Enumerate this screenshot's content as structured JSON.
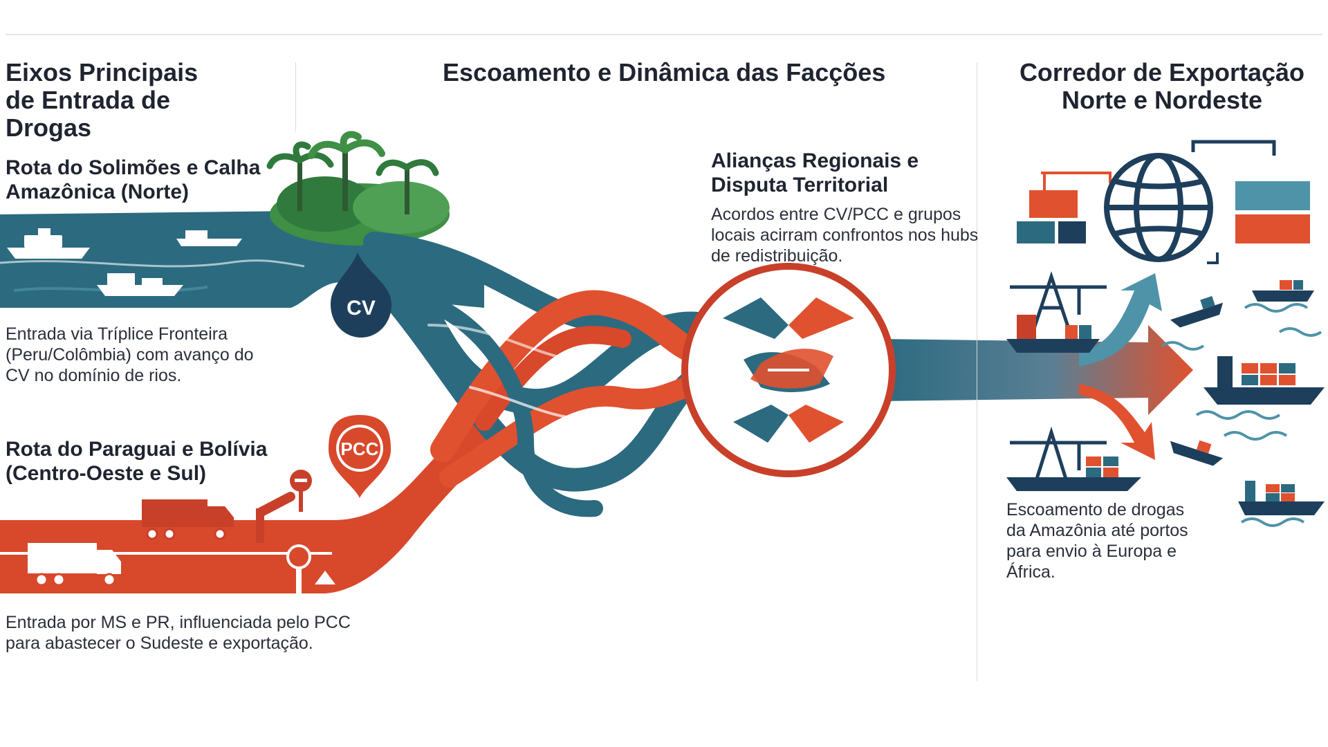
{
  "colors": {
    "teal": "#2c6a80",
    "teal_light": "#4f93a8",
    "navy": "#1e3f5c",
    "red": "#e0512f",
    "red_dark": "#c8402a",
    "green": "#3f8f45",
    "white": "#ffffff"
  },
  "header": {
    "left_title": "Eixos Principais de Entrada de Drogas",
    "center_title": "Escoamento e Dinâmica das Facções",
    "right_title": "Corredor de Exportação Norte e Nordeste"
  },
  "left": {
    "north_route": {
      "title": "Rota do Solimões e Calha Amazônica (Norte)",
      "description": "Entrada via Tríplice Fronteira (Peru/Colômbia) com avanço do CV no domínio de rios.",
      "marker_label": "CV",
      "icons": [
        "boat-icon",
        "palm-tree-icon",
        "river-icon"
      ]
    },
    "south_route": {
      "title": "Rota do Paraguai e Bolívia (Centro-Oeste e Sul)",
      "description": "Entrada por MS e PR, influenciada pelo PCC para abastecer o Sudeste e exportação.",
      "marker_label": "PCC",
      "icons": [
        "truck-icon",
        "barrier-icon",
        "checkpoint-icon"
      ]
    }
  },
  "center": {
    "title": "Alianças Regionais e Disputa Territorial",
    "description": "Acordos entre CV/PCC e grupos locais acirram confrontos nos hubs de redistribuição.",
    "icon": "handshake-icon"
  },
  "right": {
    "description": "Escoamento de drogas da Amazônia até portos para envio à Europa e África.",
    "icons": [
      "globe-icon",
      "container-icon",
      "crane-icon",
      "cargo-ship-icon",
      "arrow-icon"
    ]
  }
}
